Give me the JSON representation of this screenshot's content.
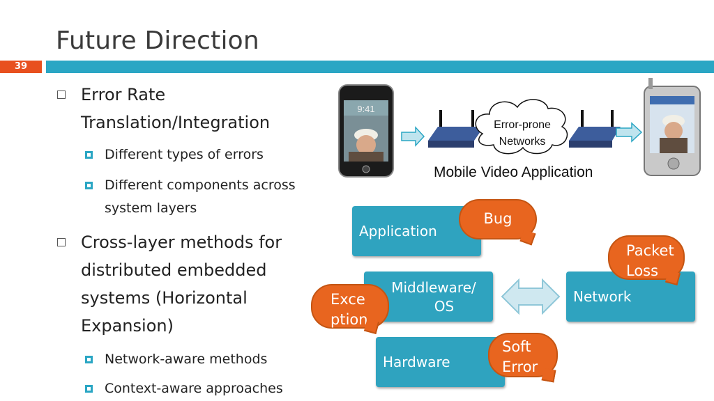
{
  "title": "Future Direction",
  "slide_number": "39",
  "bullets": [
    {
      "text_line1": "Error Rate",
      "text_line2": "Translation/Integration",
      "sub": [
        "Different types of errors",
        "Different components across",
        "system layers"
      ]
    },
    {
      "lines": [
        "Cross-layer methods for",
        "distributed embedded",
        "systems (Horizontal",
        "Expansion)"
      ],
      "sub": [
        "Network-aware methods",
        "Context-aware approaches"
      ]
    }
  ],
  "diagram": {
    "phone_time": "9:41",
    "cloud_line1": "Error-prone",
    "cloud_line2": "Networks",
    "caption": "Mobile Video Application",
    "boxes": {
      "application": "Application",
      "middleware_line1": "Middleware/",
      "middleware_line2": "OS",
      "network": "Network",
      "hardware": "Hardware"
    },
    "callouts": {
      "bug": "Bug",
      "packet_loss_line1": "Packet",
      "packet_loss_line2": "Loss",
      "exception_line1": "Exce",
      "exception_line2": "ption",
      "soft_error_line1": "Soft",
      "soft_error_line2": "Error"
    }
  },
  "colors": {
    "accent": "#2aa6c4",
    "slide_number_bg": "#e8501f",
    "box": "#2fa3bf",
    "callout": "#e8651f"
  }
}
